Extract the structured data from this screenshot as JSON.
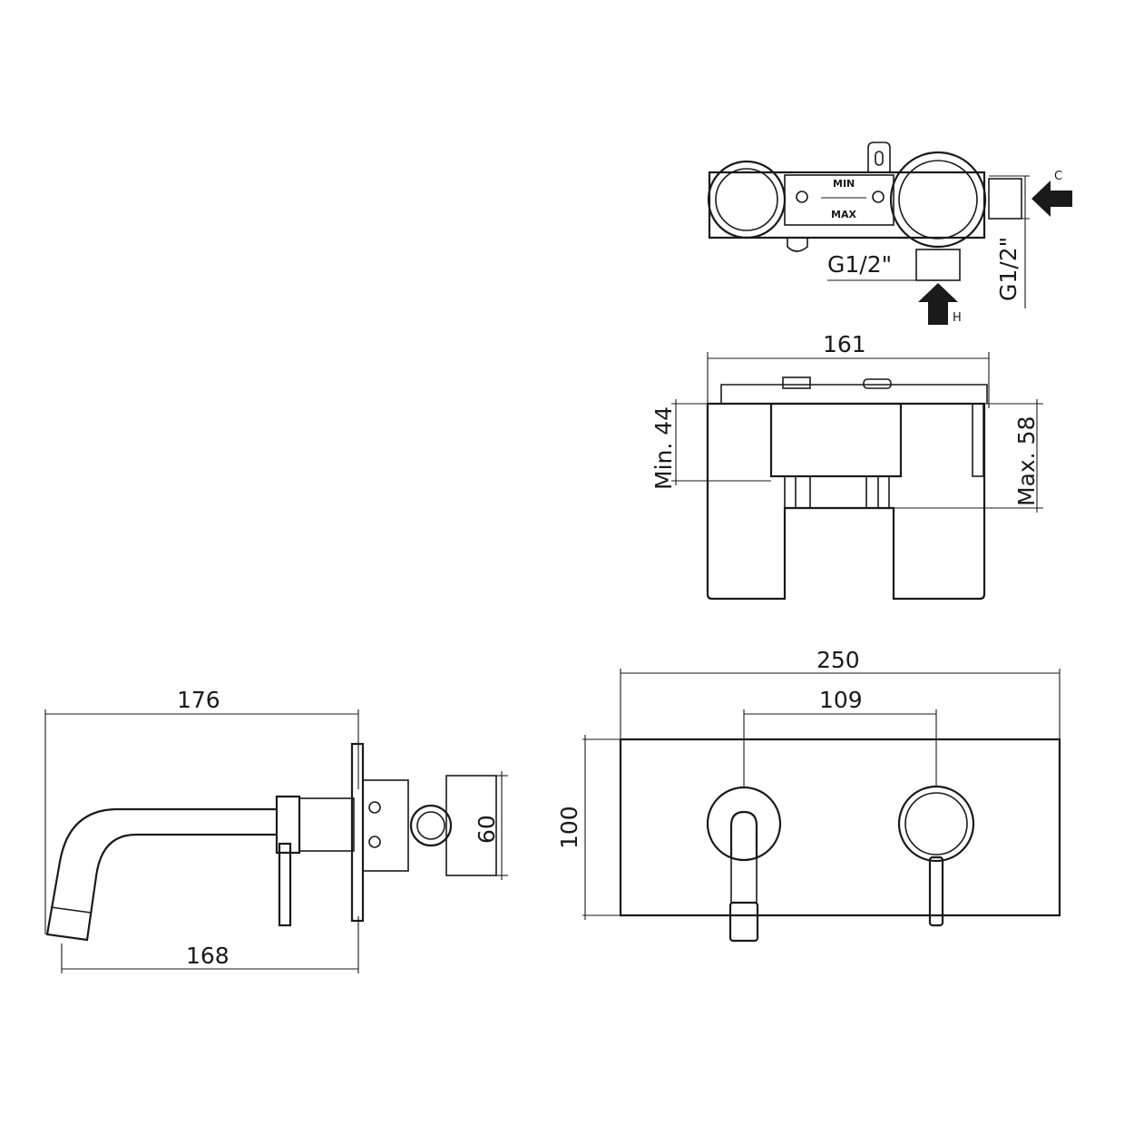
{
  "top_view": {
    "label_min": "MIN",
    "label_max": "MAX",
    "thread_horizontal": "G1/2\"",
    "thread_vertical": "G1/2\"",
    "inlet_cold": "C",
    "inlet_hot": "H"
  },
  "side_body_view": {
    "width_dim": "161",
    "min_depth": "Min. 44",
    "max_depth": "Max. 58"
  },
  "spout_side_view": {
    "overall_length": "176",
    "spout_length": "168",
    "body_height": "60"
  },
  "front_plate_view": {
    "plate_width": "250",
    "center_distance": "109",
    "plate_height": "100"
  }
}
